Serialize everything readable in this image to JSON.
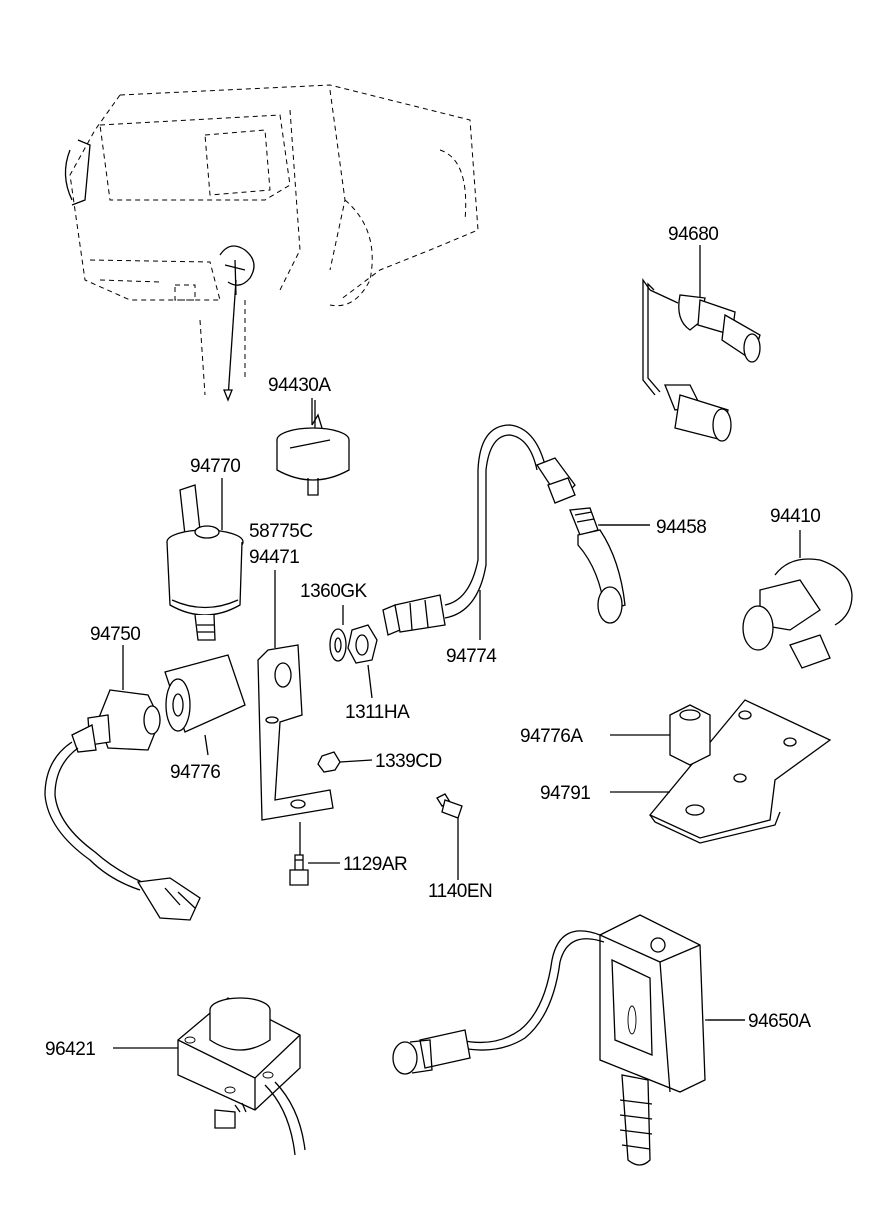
{
  "diagram": {
    "labels": [
      {
        "id": "94680",
        "text": "94680"
      },
      {
        "id": "94430A",
        "text": "94430A"
      },
      {
        "id": "94770",
        "text": "94770"
      },
      {
        "id": "58775C",
        "text": "58775C"
      },
      {
        "id": "94471",
        "text": "94471"
      },
      {
        "id": "94458",
        "text": "94458"
      },
      {
        "id": "94410",
        "text": "94410"
      },
      {
        "id": "1360GK",
        "text": "1360GK"
      },
      {
        "id": "94750",
        "text": "94750"
      },
      {
        "id": "94774",
        "text": "94774"
      },
      {
        "id": "1311HA",
        "text": "1311HA"
      },
      {
        "id": "94776A",
        "text": "94776A"
      },
      {
        "id": "94776",
        "text": "94776"
      },
      {
        "id": "1339CD",
        "text": "1339CD"
      },
      {
        "id": "94791",
        "text": "94791"
      },
      {
        "id": "1129AR",
        "text": "1129AR"
      },
      {
        "id": "1140EN",
        "text": "1140EN"
      },
      {
        "id": "96421",
        "text": "96421"
      },
      {
        "id": "94650A",
        "text": "94650A"
      }
    ]
  }
}
